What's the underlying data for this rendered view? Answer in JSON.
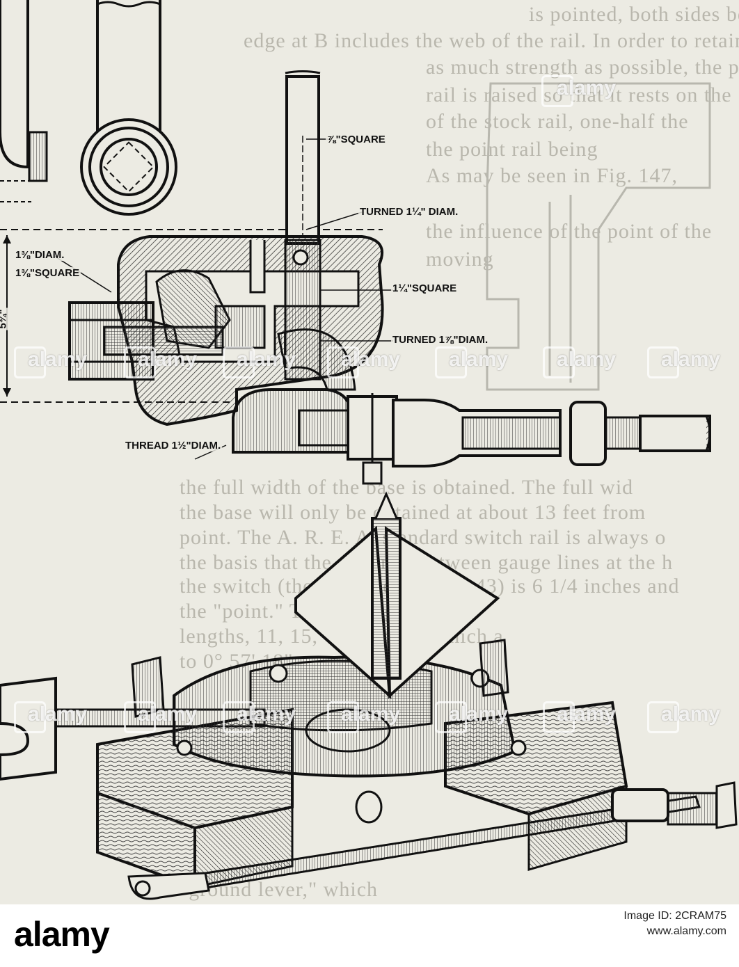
{
  "background_text": [
    "is pointed, both sides being trimmed down so that the",
    "edge at B includes the web of the rail. In order to retain",
    "as much strength as possible, the p",
    "rail is raised so that it rests on the",
    "of the stock rail, one-half the",
    "the point rail being",
    "As may be seen in Fig. 147,",
    "the influence of the point of the",
    "moving",
    "the full width of the base is obtained. The full wid",
    "the base will only be obtained at about 13 feet from",
    "point. The A. R. E. A. standard switch rail is always o",
    "the basis that the distance between gauge lines at the h",
    "the switch (the distance in Fig. 143) is 6 1/4 inches and",
    "the \"point.\" Then, using four sta",
    "lengths, 11, 15, with angles which a",
    "to 0° 57' 18\"",
    "\"ground lever,\" which"
  ],
  "dimension_labels": {
    "square_top": "⅞\"SQUARE",
    "turned_114": "TURNED 1¼\" DIAM.",
    "diam_138": "1⅜\"DIAM.",
    "square_138": "1⅜\"SQUARE",
    "square_114": "1¼\"SQUARE",
    "turned_178": "TURNED 1⅞\"DIAM.",
    "thread_112": "THREAD 1½\"DIAM.",
    "height_534": "5¾\""
  },
  "watermark": {
    "label": "alamy",
    "color": "#ffffff"
  },
  "footer": {
    "logo": "alamy",
    "image_id_line1": "Image ID: 2CRAM75",
    "image_id_line2": "www.alamy.com"
  },
  "colors": {
    "paper": "#ecebe3",
    "ink": "#111111",
    "faded_text": "#b9b7ad"
  }
}
